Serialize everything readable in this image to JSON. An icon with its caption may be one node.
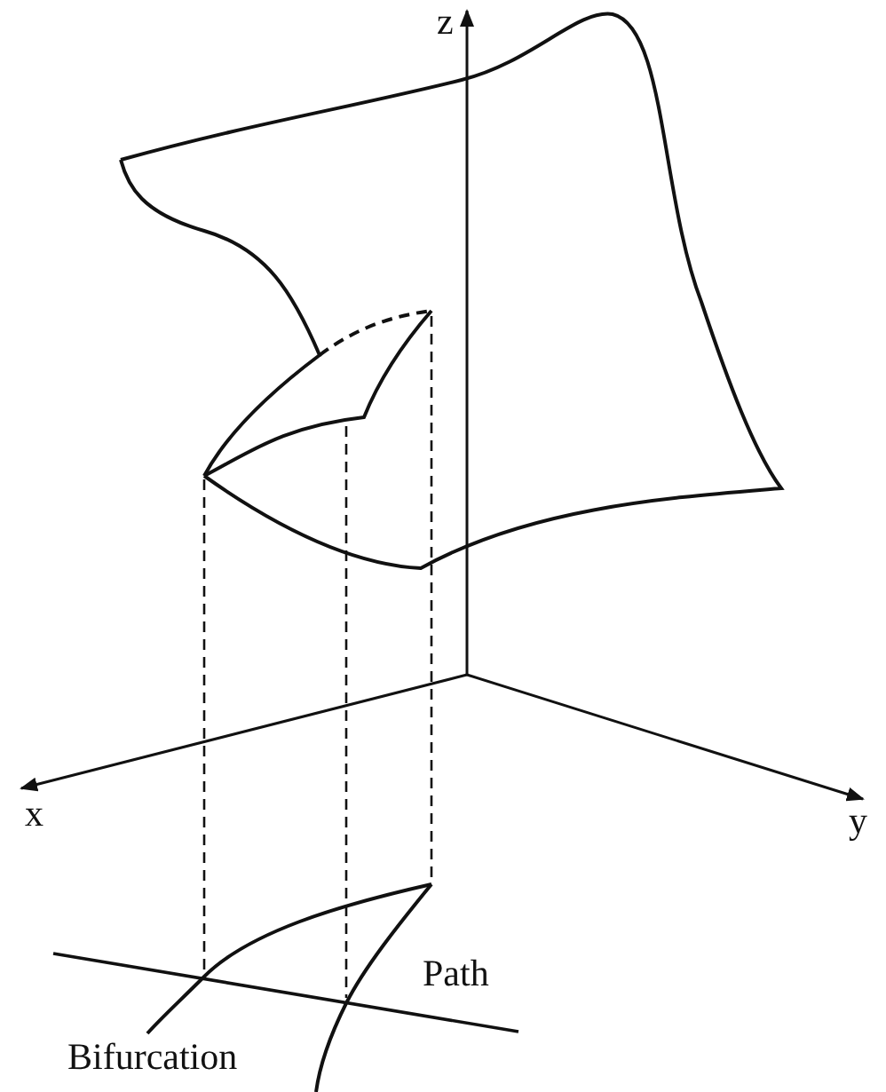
{
  "diagram": {
    "labels": [
      "z",
      "x",
      "y",
      "Path",
      "Bifurcation"
    ]
  }
}
